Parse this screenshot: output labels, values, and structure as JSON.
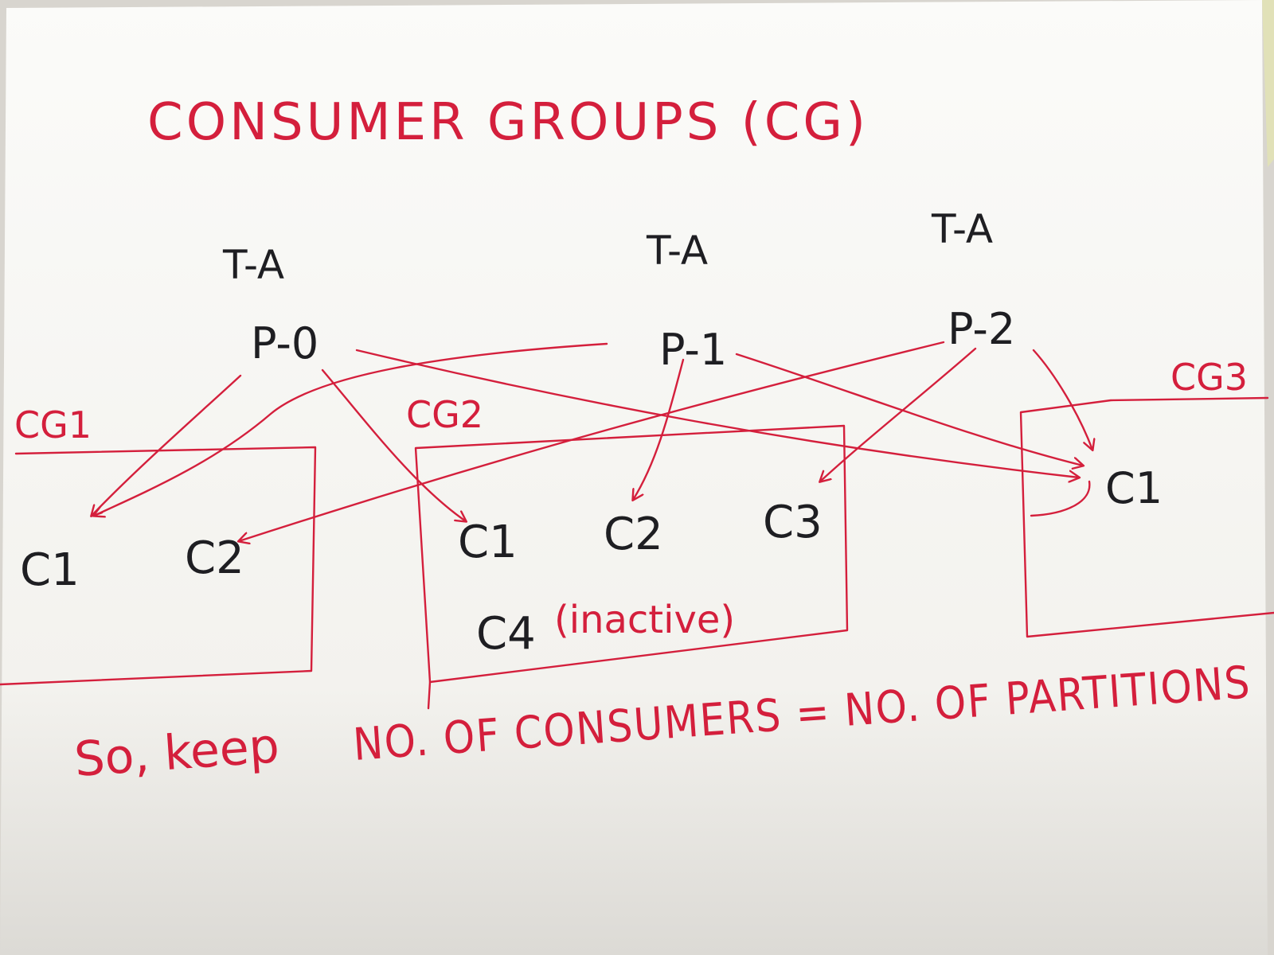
{
  "title": "CONSUMER GROUPS (CG)",
  "topic_labels": [
    "T-A",
    "T-A",
    "T-A"
  ],
  "partitions": [
    "P-0",
    "P-1",
    "P-2"
  ],
  "groups": [
    {
      "label": "CG1",
      "consumers": [
        "C1",
        "C2"
      ]
    },
    {
      "label": "CG2",
      "consumers": [
        "C1",
        "C2",
        "C3"
      ],
      "inactive_consumer": "C4",
      "inactive_note": "(inactive)"
    },
    {
      "label": "CG3",
      "consumers": [
        "C1"
      ]
    }
  ],
  "rule": {
    "prefix": "So, keep",
    "statement": "NO. OF CONSUMERS = NO. OF PARTITIONS"
  },
  "colors": {
    "ink_red": "#d41f3c",
    "ink_black": "#1e1e22",
    "paper": "#f7f6f2"
  }
}
